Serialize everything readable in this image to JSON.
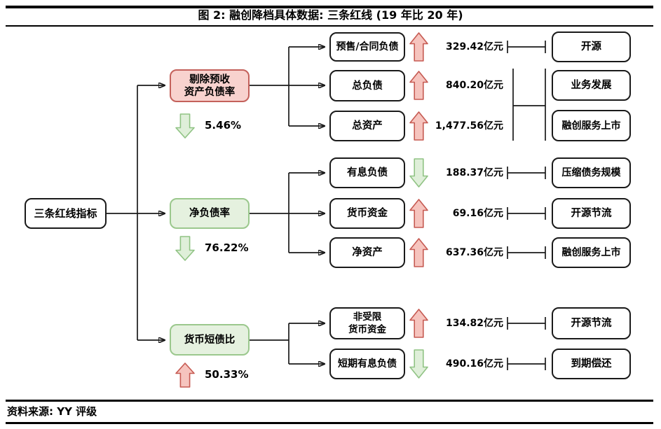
{
  "figure": {
    "title": "图 2: 融创降档具体数据: 三条红线 (19 年比 20 年)",
    "source": "资料来源: YY 评级"
  },
  "diagram": {
    "root": {
      "label": "三条红线指标"
    },
    "metrics": [
      {
        "label": "剔除预收\n资产负债率",
        "change": "5.46%",
        "direction": "down",
        "box_tone": "red"
      },
      {
        "label": "净负债率",
        "change": "76.22%",
        "direction": "down",
        "box_tone": "green"
      },
      {
        "label": "货币短债比",
        "change": "50.33%",
        "direction": "up",
        "box_tone": "green"
      }
    ],
    "rows": [
      {
        "group": 0,
        "item": "预售/合同负债",
        "direction": "up",
        "value": "329.42亿元",
        "reason": "开源"
      },
      {
        "group": 0,
        "item": "总负债",
        "direction": "up",
        "value": "840.20亿元",
        "reason": "业务发展"
      },
      {
        "group": 0,
        "item": "总资产",
        "direction": "up",
        "value": "1,477.56亿元",
        "reason": "融创服务上市"
      },
      {
        "group": 1,
        "item": "有息负债",
        "direction": "down",
        "value": "188.37亿元",
        "reason": "压缩债务规模"
      },
      {
        "group": 1,
        "item": "货币资金",
        "direction": "up",
        "value": "69.16亿元",
        "reason": "开源节流"
      },
      {
        "group": 1,
        "item": "净资产",
        "direction": "up",
        "value": "637.36亿元",
        "reason": "融创服务上市"
      },
      {
        "group": 2,
        "item": "非受限\n货币资金",
        "direction": "up",
        "value": "134.82亿元",
        "reason": "开源节流"
      },
      {
        "group": 2,
        "item": "短期有息负债",
        "direction": "down",
        "value": "490.16亿元",
        "reason": "到期偿还"
      }
    ],
    "colors": {
      "up_arrow_fill": "#F6C4BE",
      "up_arrow_stroke": "#C65A52",
      "down_arrow_fill": "#DFEFD9",
      "down_arrow_stroke": "#90C384",
      "metric_red_fill": "#F8D2CE",
      "metric_red_stroke": "#C4615B",
      "metric_green_fill": "#E5F1DF",
      "metric_green_stroke": "#9BC88D",
      "wire": "#1a1a1a"
    }
  }
}
